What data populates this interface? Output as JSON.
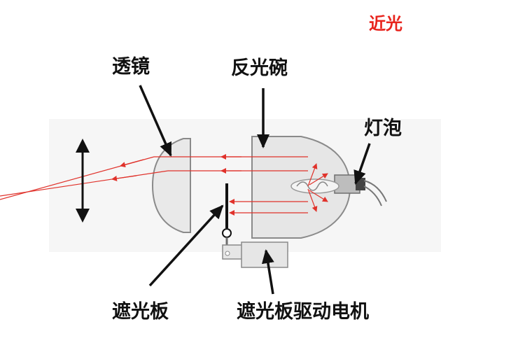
{
  "mode_label": "近光",
  "labels": {
    "lens": "透镜",
    "reflector": "反光碗",
    "bulb": "灯泡",
    "shield": "遮光板",
    "shield_motor": "遮光板驱动电机"
  },
  "colors": {
    "ray": "#e0322b",
    "mode_text": "#e8231c",
    "pointer": "#111111",
    "body_fill": "#e9e9e9",
    "body_stroke": "#8a8a8a"
  }
}
